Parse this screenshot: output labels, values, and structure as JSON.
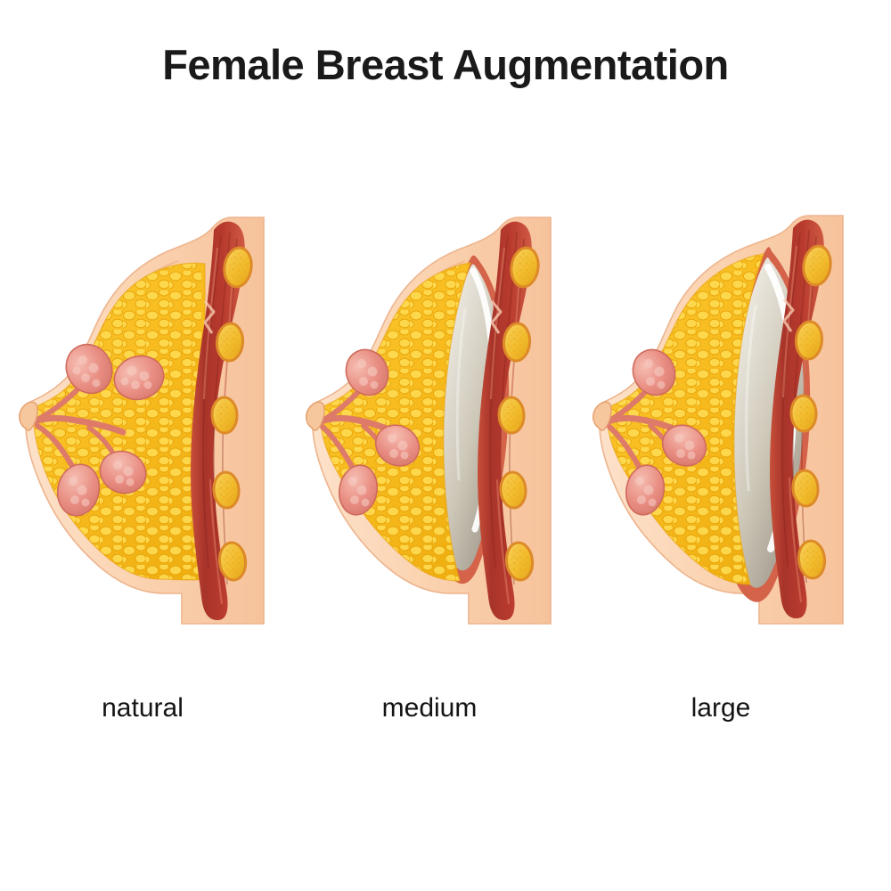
{
  "title": "Female Breast Augmentation",
  "background_color": "#ffffff",
  "title_color": "#1a1a1a",
  "figures": [
    {
      "id": "natural",
      "label": "natural",
      "has_implant": false,
      "implant_size": "none",
      "description": "Cross-section of a natural female breast showing skin, adipose (fat) tissue, mammary glands with ducts, pectoral muscle and rib cross-sections."
    },
    {
      "id": "medium",
      "label": "medium",
      "has_implant": true,
      "implant_size": "medium",
      "description": "Cross-section of a breast with a medium silicone implant placed behind the glandular tissue, in front of the pectoral muscle."
    },
    {
      "id": "large",
      "label": "large",
      "has_implant": true,
      "implant_size": "large",
      "description": "Cross-section of a breast with a large silicone implant producing greater forward projection."
    }
  ],
  "anatomy_parts": [
    {
      "name": "skin",
      "color": "#fbd9bb"
    },
    {
      "name": "subcutaneous-layer",
      "color": "#f8c9a4"
    },
    {
      "name": "adipose-tissue",
      "color": "#f7bb1e"
    },
    {
      "name": "adipose-lobule",
      "color": "#fdd34a"
    },
    {
      "name": "mammary-gland",
      "color": "#e88b80"
    },
    {
      "name": "mammary-duct",
      "color": "#dd7a6a"
    },
    {
      "name": "nipple",
      "color": "#e6a070"
    },
    {
      "name": "pectoral-muscle",
      "color": "#b83a2e"
    },
    {
      "name": "muscle-highlight",
      "color": "#d9654c"
    },
    {
      "name": "rib",
      "color": "#f3c033"
    },
    {
      "name": "rib-rim",
      "color": "#e08a2a"
    },
    {
      "name": "implant",
      "color": "#d6d0c2"
    },
    {
      "name": "implant-highlight",
      "color": "#ffffff"
    },
    {
      "name": "implant-capsule",
      "color": "#d4634a"
    }
  ],
  "colors": {
    "skin_light": "#fbd9bb",
    "skin_mid": "#f8c9a4",
    "skin_line": "#eeae86",
    "fat_base": "#f7bb1e",
    "fat_light": "#fdd34a",
    "fat_shadow": "#e9a60c",
    "gland_light": "#f3b0a4",
    "gland_mid": "#e88b80",
    "gland_dark": "#cf6b5c",
    "muscle_dark": "#9e2f26",
    "muscle_mid": "#bd4232",
    "muscle_light": "#d9654c",
    "rib_yellow": "#f3c033",
    "rib_rim": "#dd8a28",
    "implant_top": "#efece3",
    "implant_mid": "#cfc9ba",
    "implant_bottom": "#a9a396",
    "capsule": "#d4634a",
    "text": "#141414"
  }
}
